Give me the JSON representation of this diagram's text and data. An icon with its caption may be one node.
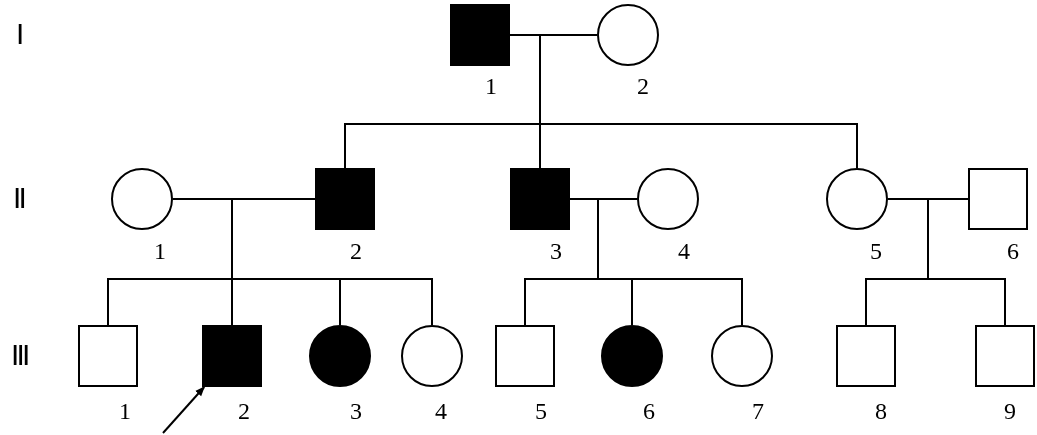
{
  "diagram": {
    "nodes": [
      {
        "text": [],
        "shape": "block",
        "beside": [
          "1"
        ]
      },
      {
        "text": [],
        "shape": "circle",
        "beside": [
          "2"
        ]
      },
      {
        "text": [],
        "shape": "circle",
        "beside": [
          "1"
        ]
      },
      {
        "text": [],
        "shape": "block",
        "beside": [
          "2"
        ]
      },
      {
        "text": [],
        "shape": "block",
        "beside": [
          "3"
        ]
      },
      {
        "text": [],
        "shape": "circle",
        "beside": [
          "4"
        ]
      },
      {
        "text": [],
        "shape": "circle",
        "beside": [
          "5"
        ]
      },
      {
        "text": [],
        "shape": "box",
        "beside": [
          "6"
        ]
      },
      {
        "text": [],
        "shape": "box",
        "beside": [
          "1"
        ]
      },
      {
        "text": [],
        "shape": "block",
        "beside": [
          "2"
        ]
      },
      {
        "text": [],
        "shape": "disc",
        "beside": [
          "3"
        ]
      },
      {
        "text": [],
        "shape": "circle",
        "beside": [
          "4"
        ]
      },
      {
        "text": [],
        "shape": "box",
        "beside": [
          "5"
        ]
      },
      {
        "text": [],
        "shape": "disc",
        "beside": [
          "6"
        ]
      },
      {
        "text": [],
        "shape": "circle",
        "beside": [
          "7"
        ]
      },
      {
        "text": [],
        "shape": "box",
        "beside": [
          "8"
        ]
      },
      {
        "text": [],
        "shape": "box",
        "beside": [
          "9"
        ]
      }
    ],
    "edges": [
      {
        "from": 0,
        "to": 1,
        "arrow": "none"
      },
      {
        "from": 0,
        "to": 3,
        "arrow": "none"
      },
      {
        "from": 1,
        "to": 3,
        "arrow": "none"
      },
      {
        "from": 0,
        "to": 4,
        "arrow": "none"
      },
      {
        "from": 1,
        "to": 4,
        "arrow": "none"
      },
      {
        "from": 0,
        "to": 6,
        "arrow": "none"
      },
      {
        "from": 1,
        "to": 6,
        "arrow": "none"
      },
      {
        "from": 2,
        "to": 3,
        "arrow": "none"
      },
      {
        "from": 2,
        "to": 8,
        "arrow": "none"
      },
      {
        "from": 3,
        "to": 8,
        "arrow": "none"
      },
      {
        "from": 2,
        "to": 9,
        "arrow": "none"
      },
      {
        "from": 3,
        "to": 9,
        "arrow": "none"
      },
      {
        "from": 2,
        "to": 10,
        "arrow": "none"
      },
      {
        "from": 3,
        "to": 10,
        "arrow": "none"
      },
      {
        "from": 2,
        "to": 11,
        "arrow": "none"
      },
      {
        "from": 3,
        "to": 11,
        "arrow": "none"
      },
      {
        "from": 4,
        "to": 5,
        "arrow": "none"
      },
      {
        "from": 4,
        "to": 12,
        "arrow": "none"
      },
      {
        "from": 5,
        "to": 12,
        "arrow": "none"
      },
      {
        "from": 4,
        "to": 13,
        "arrow": "none"
      },
      {
        "from": 5,
        "to": 13,
        "arrow": "none"
      },
      {
        "from": 4,
        "to": 14,
        "arrow": "none"
      },
      {
        "from": 5,
        "to": 14,
        "arrow": "none"
      },
      {
        "from": 6,
        "to": 7,
        "arrow": "none"
      },
      {
        "from": 6,
        "to": 15,
        "arrow": "none"
      },
      {
        "from": 7,
        "to": 15,
        "arrow": "none"
      },
      {
        "from": 6,
        "to": 16,
        "arrow": "none"
      },
      {
        "from": 7,
        "to": 16,
        "arrow": "none"
      },
      {
        "from": null,
        "to": 9,
        "arrow": "to"
      }
    ],
    "labels": [
      "Ⅰ",
      "Ⅱ",
      "Ⅲ"
    ]
  }
}
